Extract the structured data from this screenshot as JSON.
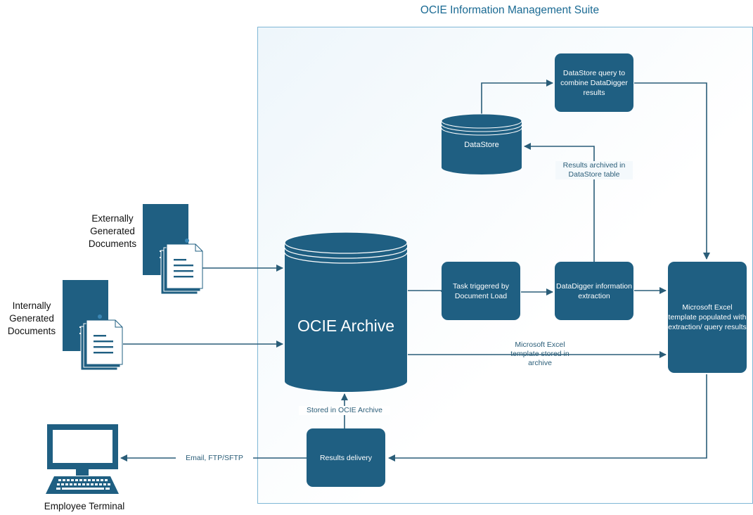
{
  "suite_title": "OCIE Information Management Suite",
  "nodes": {
    "archive": "OCIE Archive",
    "datastore": "DataStore",
    "query": "DataStore query to combine DataDigger results",
    "task": "Task triggered by Document Load",
    "digger": "DataDigger information extraction",
    "excel": "Microsoft Excel template populated with extraction/ query results",
    "delivery": "Results delivery"
  },
  "documents": {
    "external": "Externally Generated Documents",
    "internal": "Internally Generated Documents"
  },
  "edge_labels": {
    "archived": "Results archived in DataStore table",
    "excel_stored": "Microsoft Excel template stored in archive",
    "stored": "Stored in OCIE Archive",
    "email": "Email, FTP/SFTP"
  },
  "terminal_label": "Employee Terminal",
  "colors": {
    "node_fill": "#1f5f82",
    "edge": "#2a5d78",
    "frame_border": "#7fb7d6",
    "title": "#1a6a93"
  }
}
